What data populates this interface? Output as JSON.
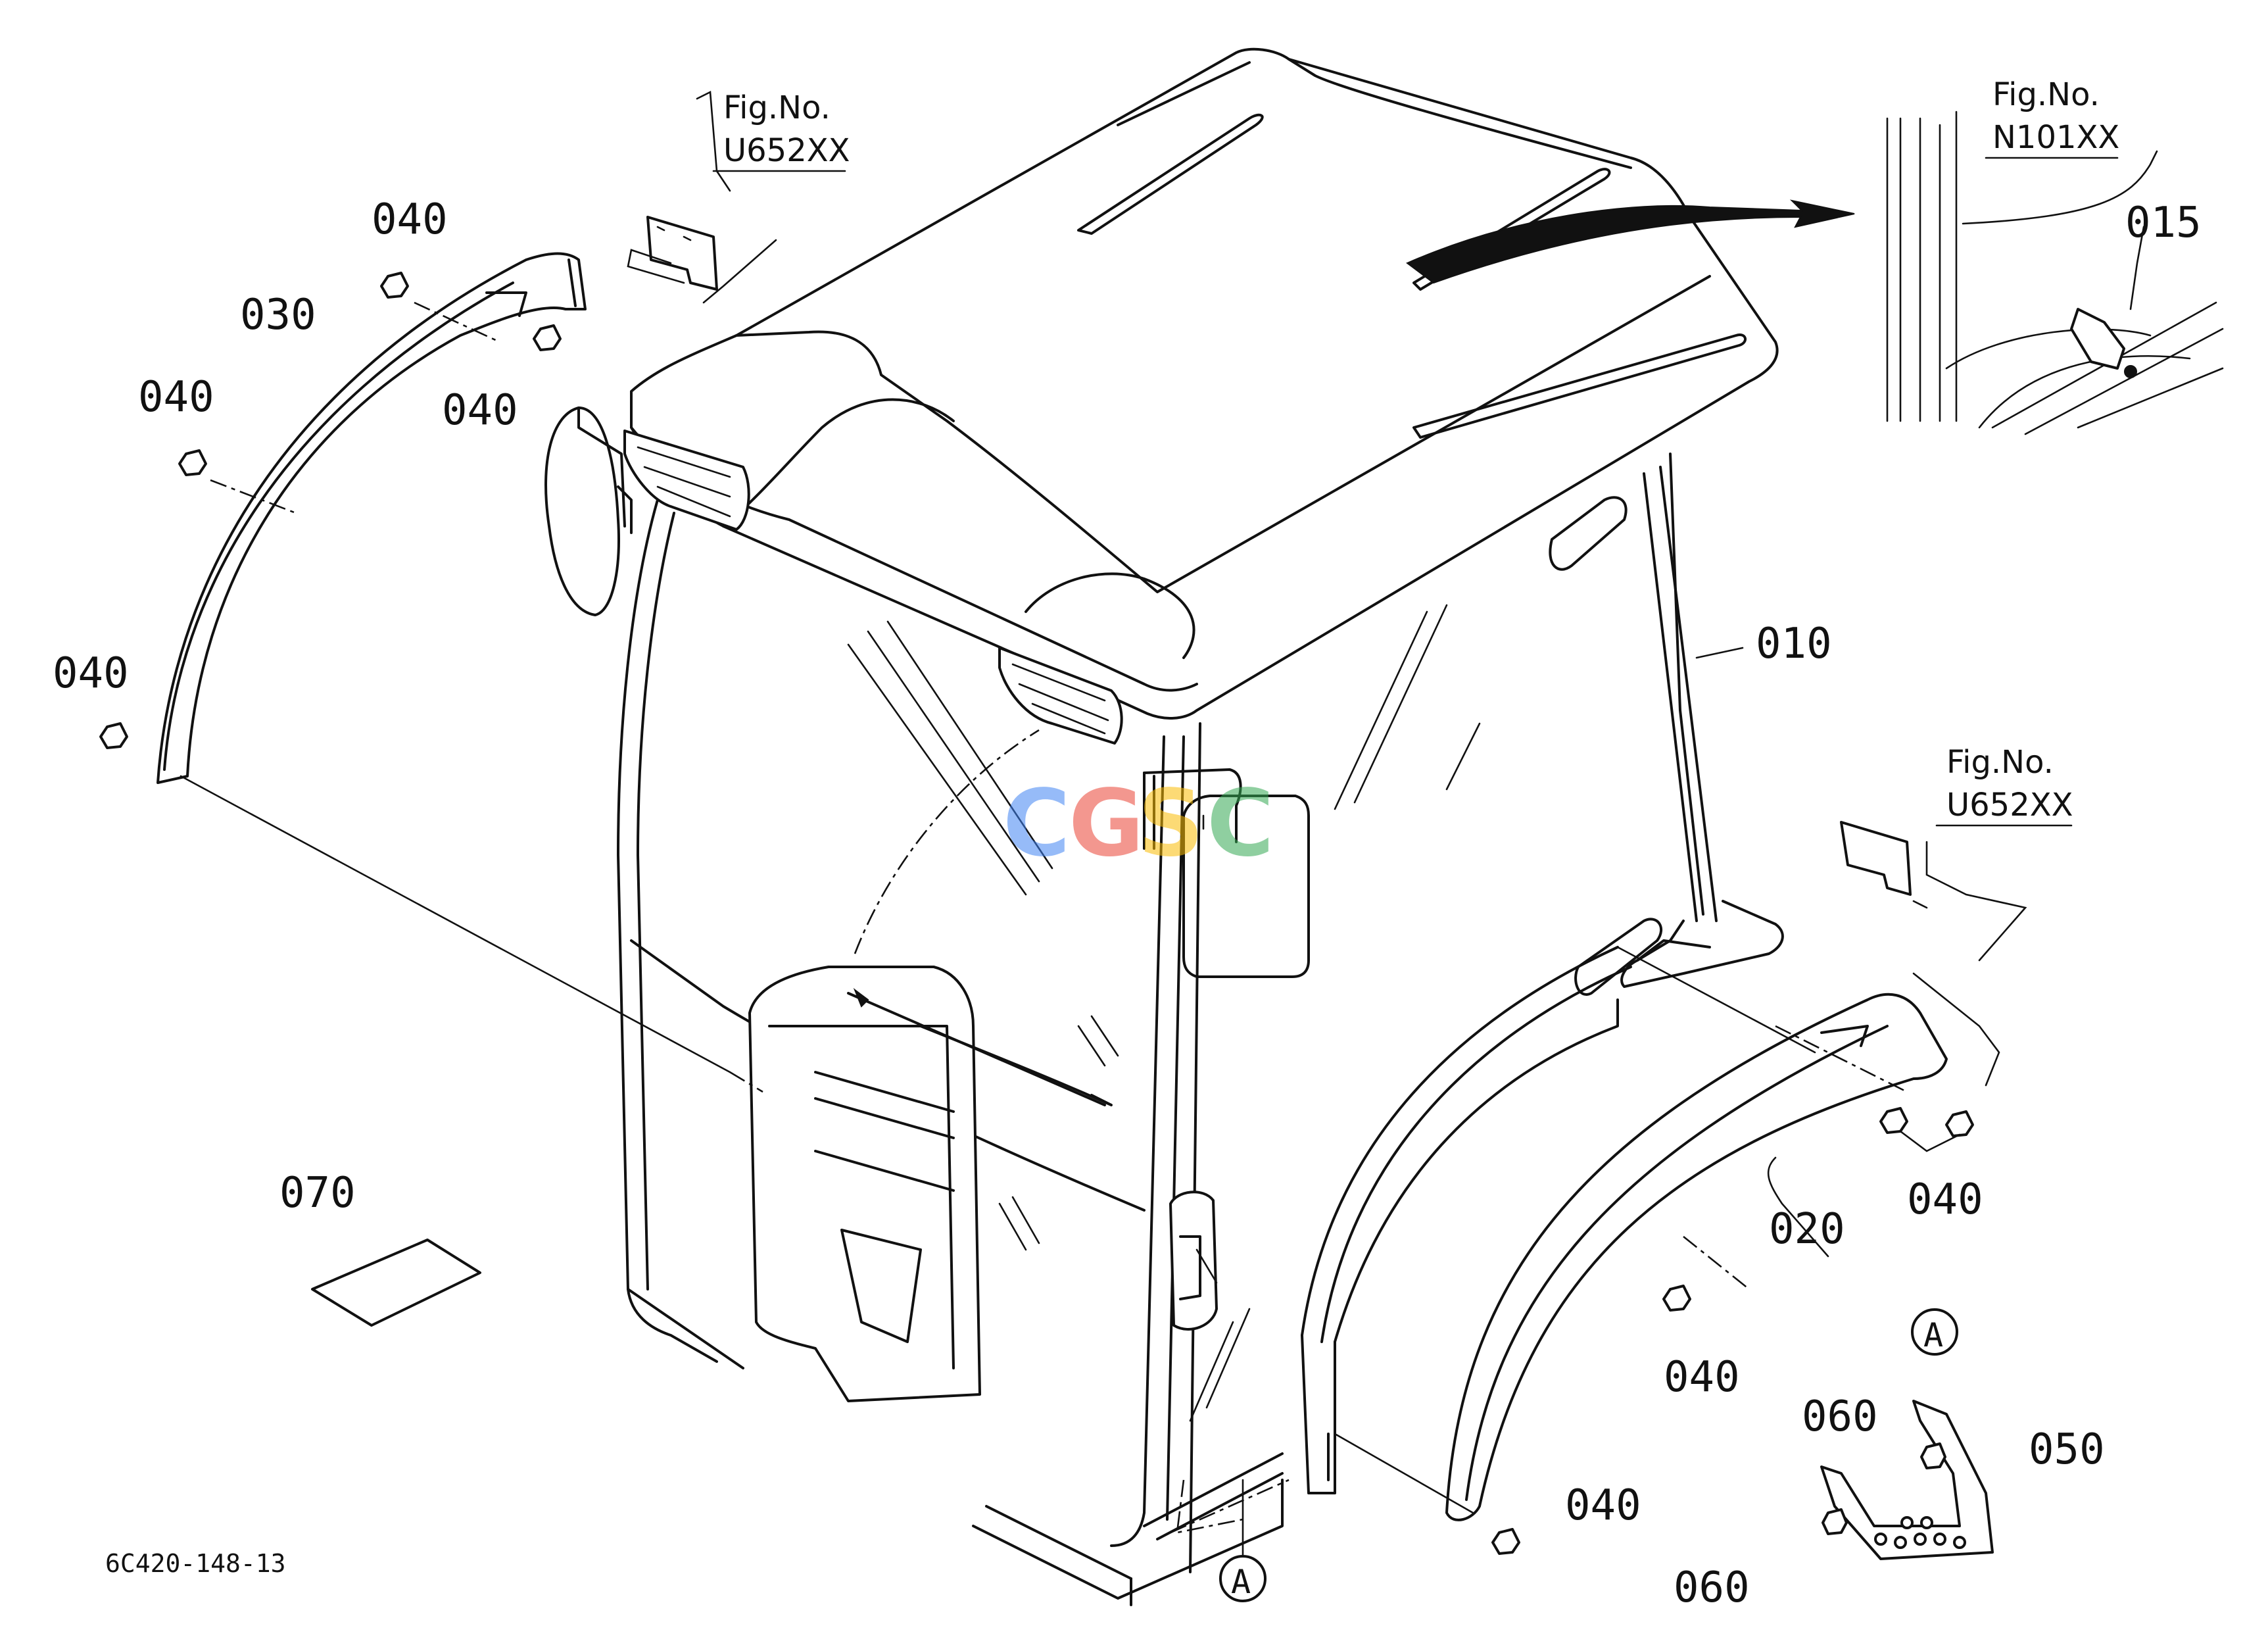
{
  "diagram_code": "6C420-148-13",
  "watermark": {
    "letters": [
      "C",
      "G",
      "S",
      "C"
    ],
    "colors": [
      "#4285F4",
      "#EA4335",
      "#FBBC05",
      "#34A853"
    ]
  },
  "fig_refs": [
    {
      "label": "Fig.No.",
      "code": "U652XX"
    },
    {
      "label": "Fig.No.",
      "code": "N101XX"
    },
    {
      "label": "Fig.No.",
      "code": "U652XX"
    }
  ],
  "callouts": {
    "c010": "010",
    "c015": "015",
    "c020": "020",
    "c030": "030",
    "c040a": "040",
    "c040b": "040",
    "c040c": "040",
    "c040d": "040",
    "c040e": "040",
    "c040f": "040",
    "c040g": "040",
    "c050": "050",
    "c060a": "060",
    "c060b": "060",
    "c070": "070"
  },
  "view_marker": {
    "a1": "A",
    "a2": "A"
  }
}
